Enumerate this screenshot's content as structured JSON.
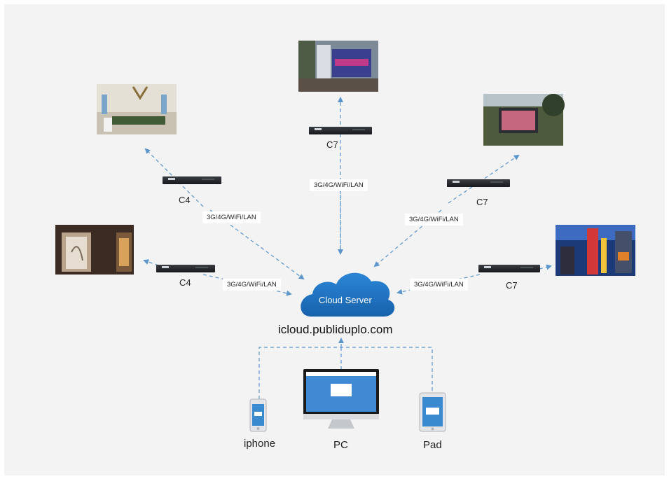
{
  "connection_label": "3G/4G/WiFi/LAN",
  "server": {
    "label": "Cloud Server",
    "url": "icloud.publiduplo.com"
  },
  "devices": {
    "top": "C7",
    "upper_left": "C4",
    "lower_left": "C4",
    "upper_right": "C7",
    "lower_right": "C7"
  },
  "clients": {
    "phone": "iphone",
    "pc": "PC",
    "pad": "Pad"
  },
  "colors": {
    "background": "#f3f3f3",
    "arrow": "#5b95cc",
    "cloud": "#1e74bf",
    "device_body": "#1b1d20"
  }
}
